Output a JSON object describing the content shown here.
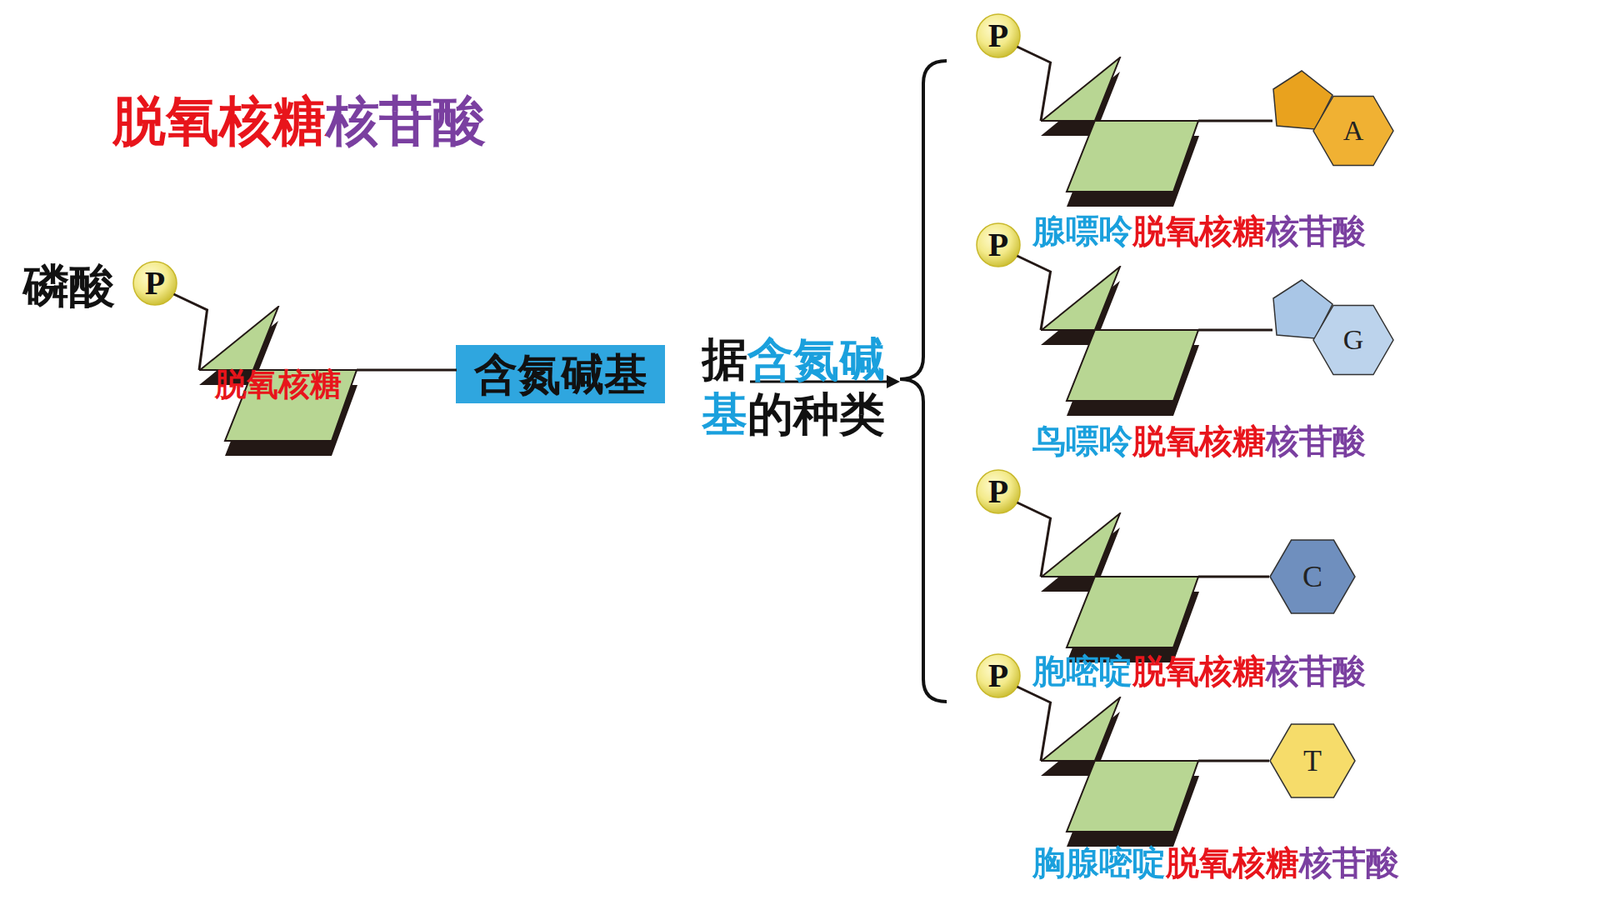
{
  "diagram": {
    "title": "脱氧核糖核苷酸",
    "nodes": [
      {
        "text": [
          "磷酸",
          "P"
        ]
      },
      {
        "text": [
          "脱氧核糖"
        ]
      },
      {
        "text": [
          "含氮碱基"
        ]
      },
      {
        "text": [
          "P"
        ]
      },
      {
        "text": [
          "腺嘌呤脱氧核糖核苷酸"
        ]
      },
      {
        "text": [
          "A"
        ]
      },
      {
        "text": [
          "P"
        ]
      },
      {
        "text": [
          "鸟嘌呤脱氧核糖核苷酸"
        ]
      },
      {
        "text": [
          "G"
        ]
      },
      {
        "text": [
          "P"
        ]
      },
      {
        "text": [
          "胞嘧啶脱氧核糖核苷酸"
        ]
      },
      {
        "text": [
          "C"
        ]
      },
      {
        "text": [
          "P"
        ]
      },
      {
        "text": [
          "胸腺嘧啶脱氧核糖核苷酸"
        ]
      },
      {
        "text": [
          "T"
        ]
      }
    ],
    "edges": [
      {
        "from": 0,
        "to": 1,
        "arrow": "none"
      },
      {
        "from": 1,
        "to": 2,
        "arrow": "none"
      },
      {
        "from": 3,
        "to": 4,
        "arrow": "none"
      },
      {
        "from": 4,
        "to": 5,
        "arrow": "none"
      },
      {
        "from": 6,
        "to": 7,
        "arrow": "none"
      },
      {
        "from": 7,
        "to": 8,
        "arrow": "none"
      },
      {
        "from": 9,
        "to": 10,
        "arrow": "none"
      },
      {
        "from": 10,
        "to": 11,
        "arrow": "none"
      },
      {
        "from": 12,
        "to": 13,
        "arrow": "none"
      },
      {
        "from": 13,
        "to": 14,
        "arrow": "none"
      }
    ],
    "labels": [
      "据含氮碱基的种类"
    ]
  }
}
